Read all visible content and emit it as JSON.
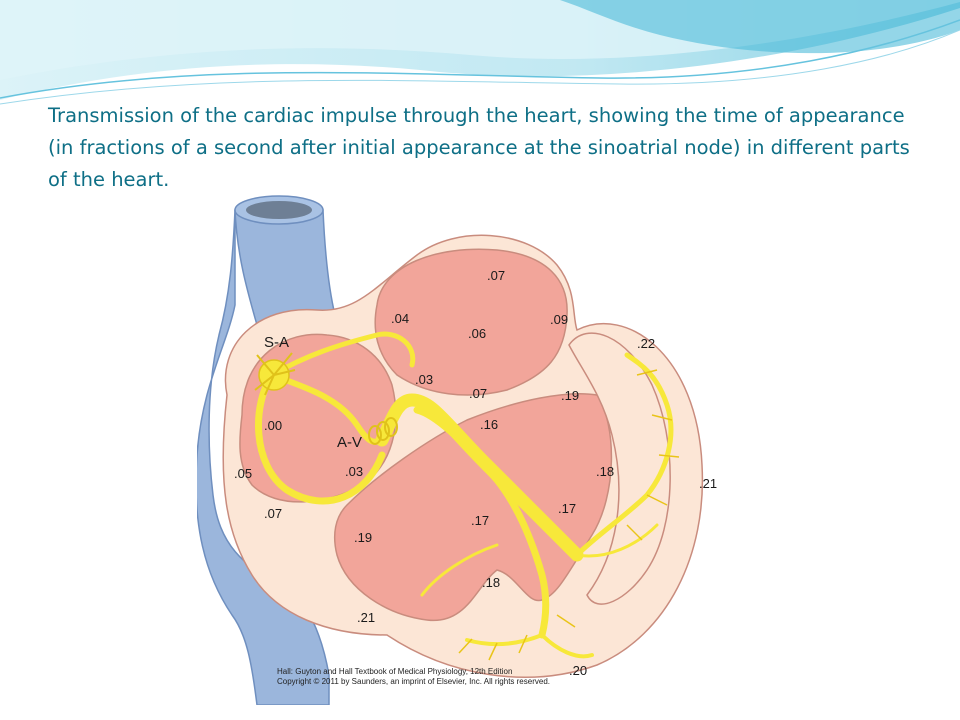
{
  "title": "Transmission of the cardiac impulse through the heart, showing the time of appearance (in fractions of a second after initial appearance at the sinoatrial node) in different parts of the heart.",
  "diagram": {
    "node_labels": {
      "sa_node": "S-A",
      "av_node": "A-V"
    },
    "timing_labels": [
      ".07",
      ".04",
      ".06",
      ".09",
      ".22",
      ".03",
      ".07",
      ".19",
      ".00",
      ".16",
      ".18",
      ".21",
      ".05",
      ".03",
      ".17",
      ".07",
      ".17",
      ".19",
      ".18",
      ".21",
      ".20"
    ]
  },
  "credit": {
    "line1": "Hall: Guyton and Hall Textbook of Medical Physiology, 12th Edition",
    "line2": "Copyright © 2011 by Saunders, an imprint of Elsevier, Inc. All rights reserved."
  },
  "colors": {
    "title": "#0e6f86",
    "vessel": "#9bb6dc",
    "chamber": "#f2a59a",
    "wall": "#fce6d6",
    "conduction": "#f7e83a"
  }
}
